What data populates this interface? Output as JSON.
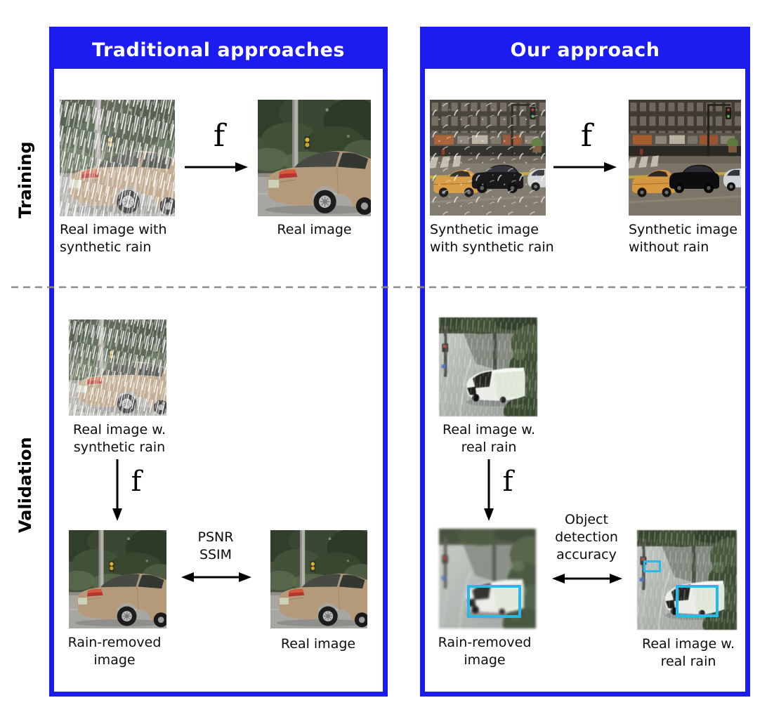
{
  "colors": {
    "frame_blue": "#1c1cf0",
    "detection_cyan": "#29b8ea"
  },
  "row_labels": {
    "training": "Training",
    "validation": "Validation"
  },
  "panels": {
    "traditional": {
      "title": "Traditional approaches",
      "training": {
        "input_caption": "Real image with\nsynthetic rain",
        "function_label": "f",
        "output_caption": "Real image"
      },
      "validation": {
        "input_caption": "Real image w.\nsynthetic rain",
        "function_label": "f",
        "result_caption": "Rain-removed\nimage",
        "comparison_caption": "PSNR\nSSIM",
        "reference_caption": "Real image"
      }
    },
    "ours": {
      "title": "Our approach",
      "training": {
        "input_caption": "Synthetic image\nwith synthetic rain",
        "function_label": "f",
        "output_caption": "Synthetic image\nwithout rain"
      },
      "validation": {
        "input_caption": "Real image w.\nreal rain",
        "function_label": "f",
        "result_caption": "Rain-removed\nimage",
        "comparison_caption": "Object\ndetection\naccuracy",
        "reference_caption": "Real image w.\nreal rain"
      }
    }
  }
}
